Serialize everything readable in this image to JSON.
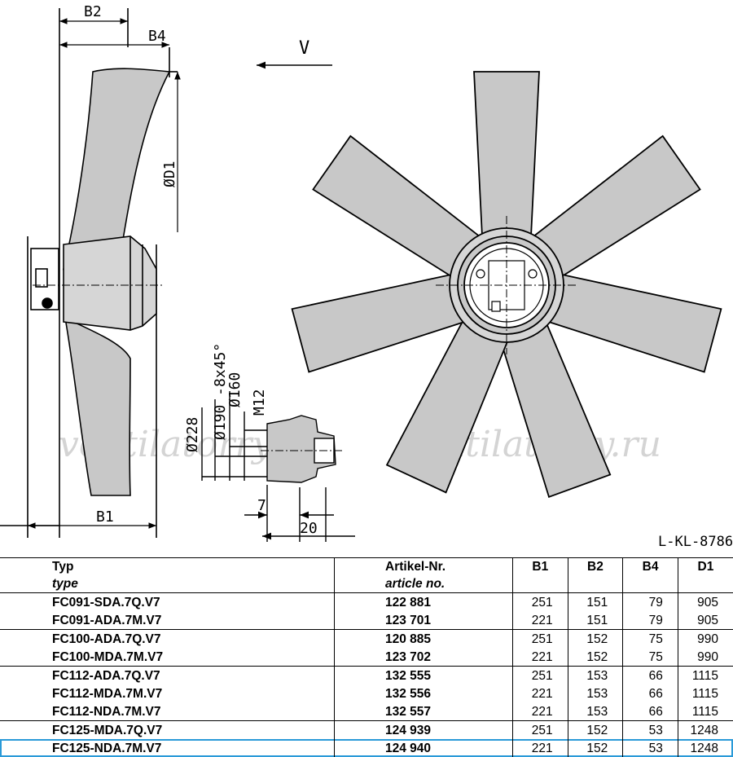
{
  "drawing": {
    "labels": {
      "b2": "B2",
      "b4": "B4",
      "d1": "ØD1",
      "b1": "B1",
      "view": "V",
      "d228": "Ø228",
      "d190": "Ø190 -8x45°",
      "d160": "Ø160",
      "m12": "M12",
      "dim7": "7",
      "dim20": "20"
    },
    "drawing_code": "L-KL-8786",
    "watermark": "ventilatorry.ru",
    "colors": {
      "line": "#000000",
      "blade_fill": "#c8c8c8",
      "hub_fill": "#d6d6d6",
      "highlight": "#2a9ad8"
    }
  },
  "table": {
    "headers": {
      "typ": "Typ",
      "typ_sub": "type",
      "artikel": "Artikel-Nr.",
      "artikel_sub": "article no.",
      "b1": "B1",
      "b2": "B2",
      "b4": "B4",
      "d1": "D1"
    },
    "rows": [
      {
        "typ": "FC091-SDA.7Q.V7",
        "artikel": "122 881",
        "b1": "251",
        "b2": "151",
        "b4": "79",
        "d1": "905"
      },
      {
        "typ": "FC091-ADA.7M.V7",
        "artikel": "123 701",
        "b1": "221",
        "b2": "151",
        "b4": "79",
        "d1": "905"
      },
      {
        "typ": "FC100-ADA.7Q.V7",
        "artikel": "120 885",
        "b1": "251",
        "b2": "152",
        "b4": "75",
        "d1": "990"
      },
      {
        "typ": "FC100-MDA.7M.V7",
        "artikel": "123 702",
        "b1": "221",
        "b2": "152",
        "b4": "75",
        "d1": "990"
      },
      {
        "typ": "FC112-ADA.7Q.V7",
        "artikel": "132 555",
        "b1": "251",
        "b2": "153",
        "b4": "66",
        "d1": "1115"
      },
      {
        "typ": "FC112-MDA.7M.V7",
        "artikel": "132 556",
        "b1": "221",
        "b2": "153",
        "b4": "66",
        "d1": "1115"
      },
      {
        "typ": "FC112-NDA.7M.V7",
        "artikel": "132 557",
        "b1": "221",
        "b2": "153",
        "b4": "66",
        "d1": "1115"
      },
      {
        "typ": "FC125-MDA.7Q.V7",
        "artikel": "124 939",
        "b1": "251",
        "b2": "152",
        "b4": "53",
        "d1": "1248"
      },
      {
        "typ": "FC125-NDA.7M.V7",
        "artikel": "124 940",
        "b1": "221",
        "b2": "152",
        "b4": "53",
        "d1": "1248"
      }
    ]
  }
}
